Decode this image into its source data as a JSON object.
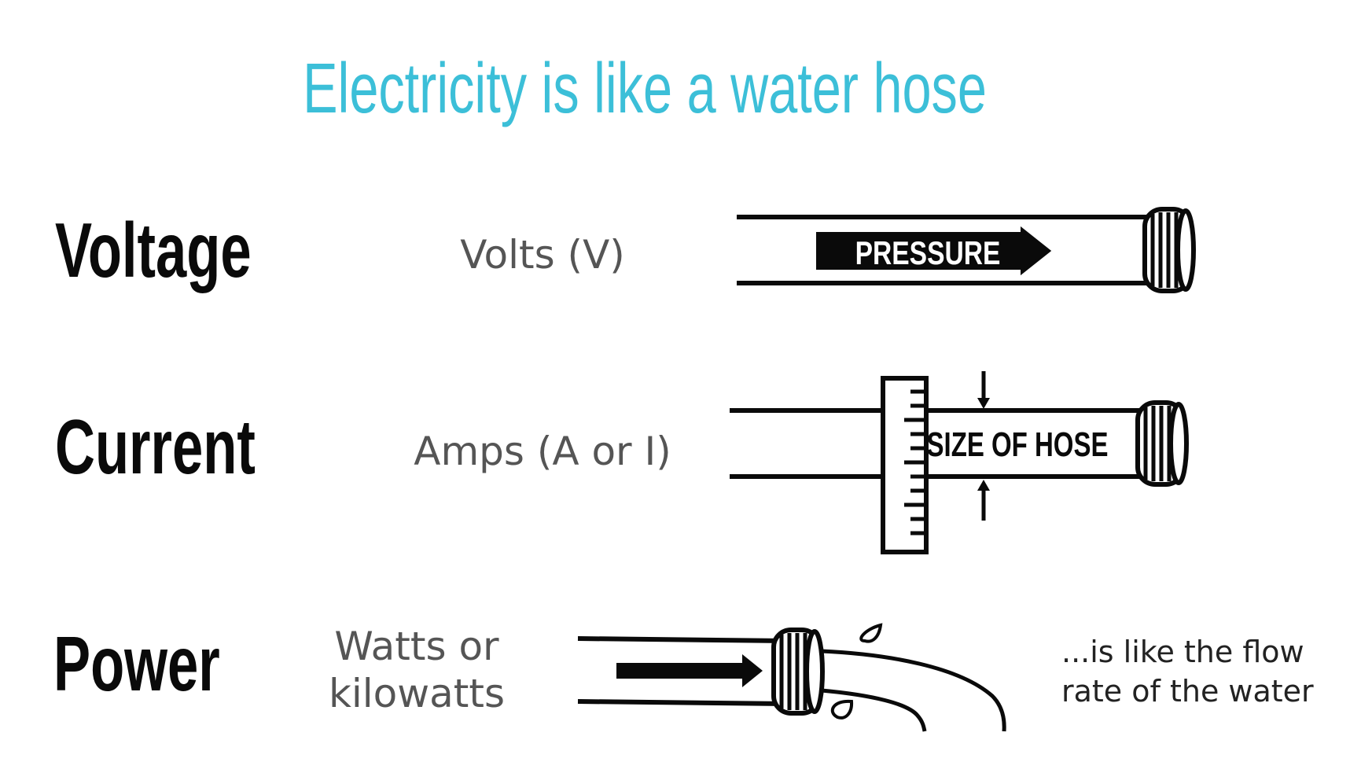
{
  "title": "Electricity is like a water hose",
  "rows": [
    {
      "term": "Voltage",
      "unit": "Volts (V)",
      "label": "PRESSURE"
    },
    {
      "term": "Current",
      "unit": "Amps (A or I)",
      "label": "SIZE OF HOSE"
    },
    {
      "term": "Power",
      "unit_line1": "Watts or",
      "unit_line2": "kilowatts",
      "note_line1": "...is like the flow",
      "note_line2": "rate of the water"
    }
  ],
  "colors": {
    "title": "#3cbfd8",
    "ink": "#0a0a0a",
    "unit_text": "#555555"
  }
}
